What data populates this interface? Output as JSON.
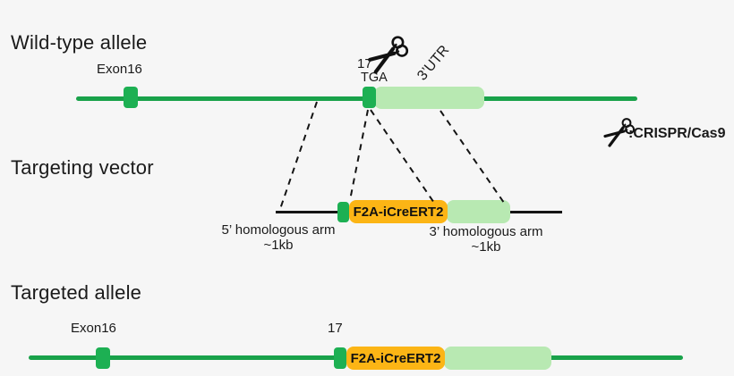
{
  "colors": {
    "chromosome_green": "#19a24a",
    "exon_green": "#1db053",
    "utr_light_green": "#b8e9b2",
    "cassette_orange": "#fcb515",
    "line_black": "#141414",
    "background": "#f6f6f6"
  },
  "legend": {
    "icon": "scissors-icon",
    "label": ":CRISPR/Cas9"
  },
  "wild_type": {
    "title": "Wild-type allele",
    "exon16_label": "Exon16",
    "exon17_label": "17",
    "stop_codon_label": "TGA",
    "utr_label": "3’UTR"
  },
  "targeting_vector": {
    "title": "Targeting vector",
    "cassette_label": "F2A-iCreERT2",
    "arm5_label": "5’ homologous arm",
    "arm5_size": "~1kb",
    "arm3_label": "3’ homologous arm",
    "arm3_size": "~1kb"
  },
  "targeted_allele": {
    "title": "Targeted allele",
    "exon16_label": "Exon16",
    "exon17_label": "17",
    "cassette_label": "F2A-iCreERT2"
  }
}
